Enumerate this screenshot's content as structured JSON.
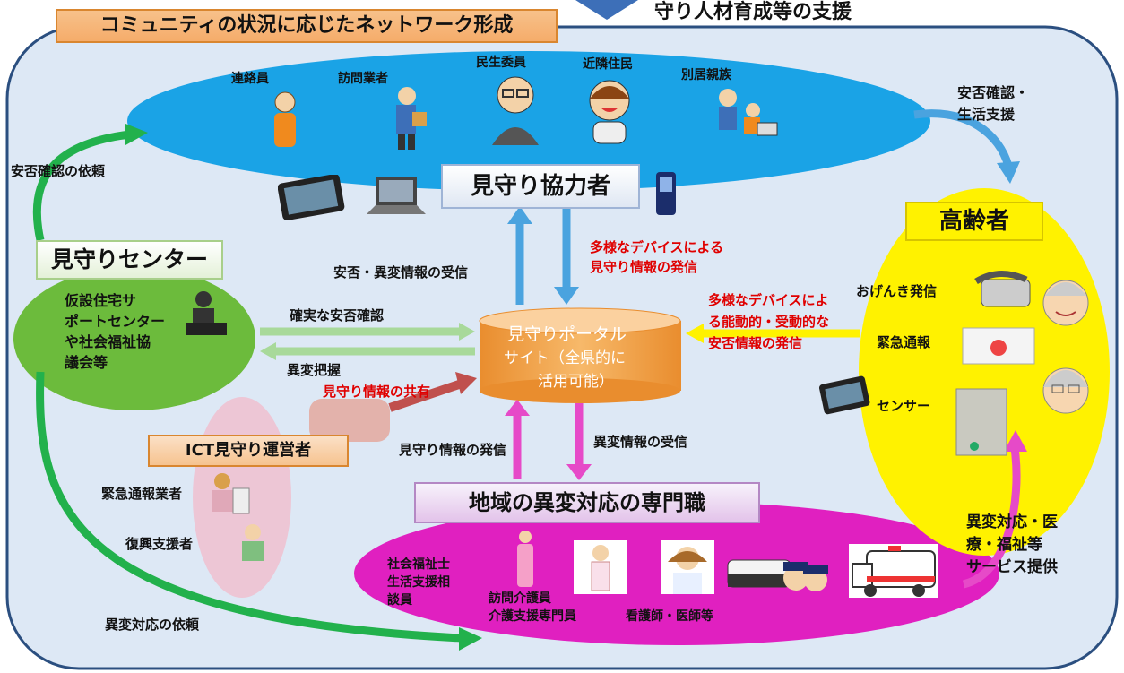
{
  "header": {
    "top_text": "守り人材育成等の支援",
    "banner": "コミュニティの状況に応じたネットワーク形成"
  },
  "cooperators": {
    "title": "見守り協力者",
    "members": [
      "連絡員",
      "訪問業者",
      "民生委員",
      "近隣住民",
      "別居親族"
    ]
  },
  "center": {
    "title": "見守りセンター",
    "body_lines": [
      "仮設住宅サ",
      "ポートセンター",
      "や社会福祉協",
      "議会等"
    ]
  },
  "portal": {
    "lines": [
      "見守りポータル",
      "サイト（全県的に",
      "活用可能）"
    ]
  },
  "elderly": {
    "title": "高齢者",
    "items": [
      "おげんき発信",
      "緊急通報",
      "センサー"
    ]
  },
  "ict": {
    "title": "ICT見守り運営者",
    "members": [
      "緊急通報業者",
      "復興支援者"
    ]
  },
  "specialists": {
    "title": "地域の異変対応の専門職",
    "members": [
      "社会福祉士",
      "生活支援相",
      "談員",
      "訪問介護員",
      "介護支援専門員",
      "看護師・医師等"
    ]
  },
  "labels": {
    "safety_request": "安否確認の依頼",
    "safety_support": [
      "安否確認・",
      "生活支援"
    ],
    "info_receive": "安否・異変情報の受信",
    "device_send": [
      "多様なデバイスによる",
      "見守り情報の発信"
    ],
    "reliable_check": "確実な安否確認",
    "anomaly_grasp": "異変把握",
    "info_share": "見守り情報の共有",
    "elder_send": [
      "多様なデバイスによ",
      "る能動的・受動的な",
      "安否情報の発信"
    ],
    "watch_send": "見守り情報の発信",
    "anomaly_receive": "異変情報の受信",
    "services": [
      "異変対応・医",
      "療・福祉等",
      "サービス提供"
    ],
    "anomaly_request": "異変対応の依頼"
  },
  "colors": {
    "frame": "#2b4f80",
    "cooperators_ellipse": "#1aa3e6",
    "center_ellipse": "#6cbb3c",
    "elderly_ellipse": "#fff200",
    "specialists_ellipse": "#e020c0",
    "portal": "#f2a650",
    "arrow_blue": "#4aa3df",
    "arrow_green": "#22b14c",
    "arrow_pink": "#e64ac8",
    "arrow_yellow": "#fff200"
  }
}
